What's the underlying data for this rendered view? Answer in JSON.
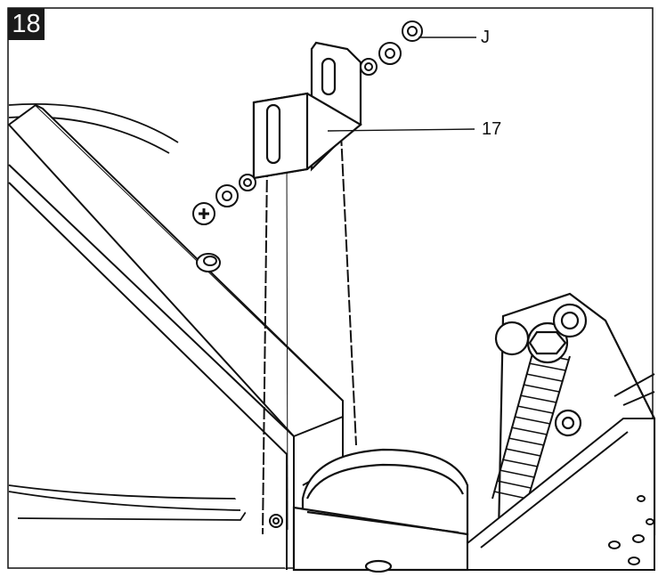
{
  "step": {
    "number": "18"
  },
  "callouts": [
    {
      "label": "J",
      "part": "bolt-washer-set"
    },
    {
      "label": "17",
      "part": "mounting-bracket"
    }
  ],
  "colors": {
    "line": "#111111",
    "background": "#ffffff",
    "badge": "#1a1a1a"
  }
}
